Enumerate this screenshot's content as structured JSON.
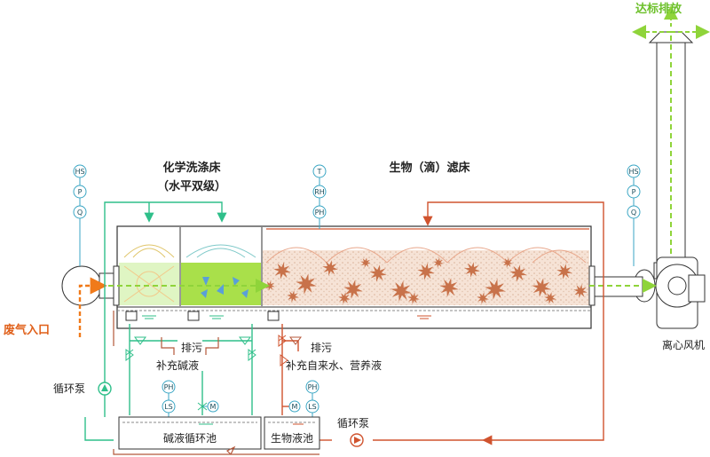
{
  "labels": {
    "exhaust_compliance": "达标排放",
    "chemical_scrubber_title": "化学洗涤床",
    "chemical_scrubber_subtitle": "（水平双级）",
    "bio_filter_title": "生物（滴）滤床",
    "waste_gas_inlet": "废气入口",
    "centrifugal_fan": "离心风机",
    "discharge_left": "排污",
    "discharge_right": "排污",
    "alkali_makeup": "补充碱液",
    "water_nutrient_makeup": "补充自来水、营养液",
    "circulation_pump_left": "循环泵",
    "circulation_pump_right": "循环泵",
    "alkali_tank": "碱液循环池",
    "bio_tank": "生物液池"
  },
  "instruments": {
    "inlet": [
      "HS",
      "P",
      "Q"
    ],
    "bio_bed": [
      "T",
      "RH",
      "PH"
    ],
    "outlet": [
      "HS",
      "P",
      "Q"
    ],
    "alkali_tank": [
      "PH",
      "LS",
      "M"
    ],
    "bio_tank": [
      "PH",
      "LS",
      "M"
    ]
  },
  "colors": {
    "gas_flow": "#f07a1a",
    "clean_gas": "#8fd43a",
    "alkali_loop": "#2fbf8a",
    "bio_loop": "#d0532e",
    "sewage": "#b5573a",
    "instrument_line": "#3aa6c4",
    "bio_media": "#c8724a",
    "alkali_media": "#a9e04a"
  }
}
